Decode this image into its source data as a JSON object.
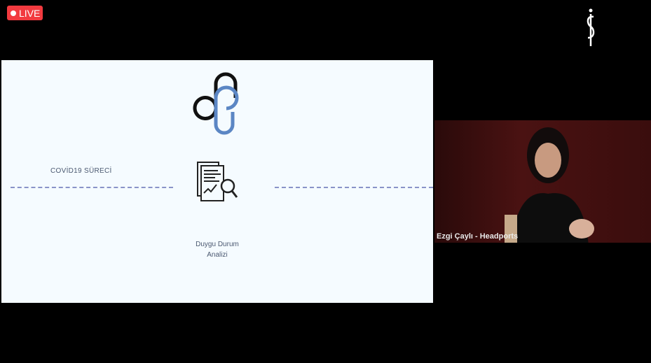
{
  "live_badge": {
    "label": "LIVE",
    "color": "#f23a3f"
  },
  "slide": {
    "timeline_label": "COVİD19 SÜRECİ",
    "step_caption_line1": "Duygu Durum",
    "step_caption_line2": "Analizi",
    "icon": "document-analysis-icon"
  },
  "video": {
    "participant_name": "Ezgi Çaylı - Headports"
  }
}
